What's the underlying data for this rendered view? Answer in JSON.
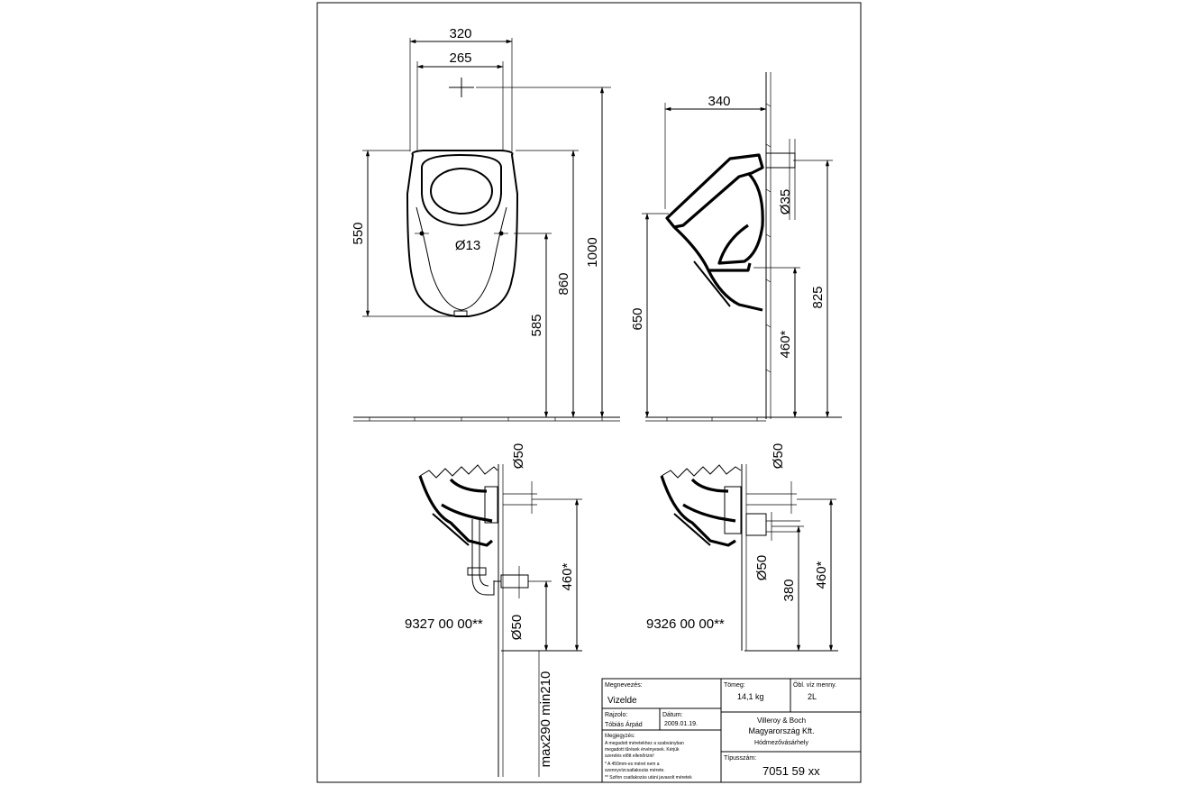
{
  "front_view": {
    "dims": {
      "width_outer": "320",
      "width_inner": "265",
      "height_body": "550",
      "hole": "Ø13",
      "h585": "585",
      "h860": "860",
      "h1000": "1000"
    }
  },
  "side_view": {
    "dims": {
      "depth": "340",
      "inlet": "Ø35",
      "h650": "650",
      "h825": "825",
      "h460": "460*"
    }
  },
  "bottom_left": {
    "code": "9327 00 00**",
    "dims": {
      "d50_top": "Ø50",
      "h460": "460*",
      "d50_bottom": "Ø50",
      "range": "max290 min210"
    }
  },
  "bottom_right": {
    "code": "9326 00 00**",
    "dims": {
      "d50_top": "Ø50",
      "d50_mid": "Ø50",
      "h380": "380",
      "h460": "460*"
    }
  },
  "title_block": {
    "name_label": "Megnevezés:",
    "name_value": "Vizelde",
    "mass_label": "Tömeg:",
    "mass_value": "14,1 kg",
    "flush_label": "Öbl. víz menny.",
    "flush_value": "2L",
    "drawn_label": "Rajzolo:",
    "drawn_value": "Tóbiás Árpád",
    "date_label": "Dátum:",
    "date_value": "2009.01.19.",
    "company_line1": "Villeroy  & Boch",
    "company_line2": "Magyarország Kft.",
    "company_line3": "Hódmezővásárhely",
    "notes_label": "Megjegyzés:",
    "notes": [
      "A megadott méretekhez a szabványban",
      "megadott tűrések érvényesek. Kérjük",
      "szerelés előtt ellenőrizni!",
      "* A 450mm-es méret nem a",
      "szennyvízcsatlakozás mérete.",
      "** Szifon csatlakozás utáni javasolt méretek"
    ],
    "type_label": "Típusszám:",
    "type_value": "7051 59 xx"
  }
}
